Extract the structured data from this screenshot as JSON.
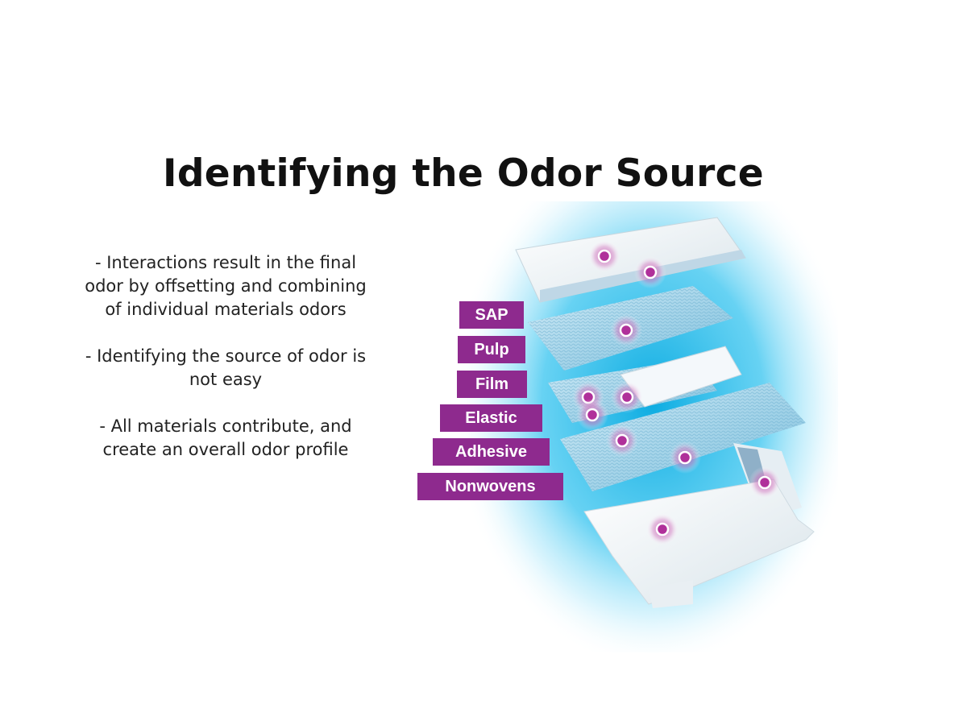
{
  "title": "Identifying the Odor Source",
  "bullets": [
    "- Interactions result in the final odor by offsetting and combining of individual materials odors",
    "- Identifying the source of odor is not easy",
    "- All materials contribute, and create an overall odor profile"
  ],
  "materials": [
    "SAP",
    "Pulp",
    "Film",
    "Elastic",
    "Adhesive",
    "Nonwovens"
  ],
  "colors": {
    "label_bg": "#8e2a8e",
    "marker": "#b0309a",
    "glow": "#00b4e6",
    "layer_blue": "#9fd3ea"
  }
}
